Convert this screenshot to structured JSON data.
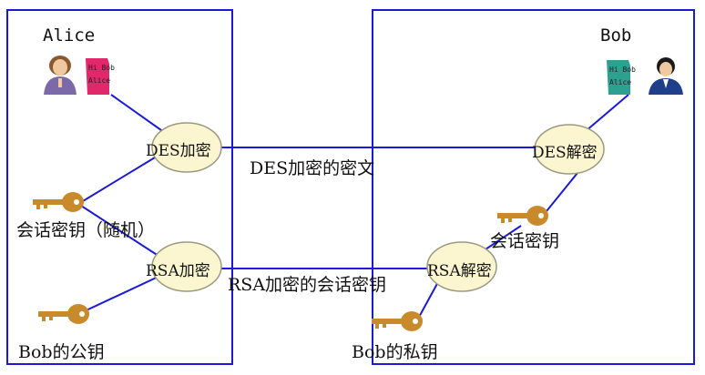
{
  "diagram": {
    "colors": {
      "border": "#1a1ad8",
      "connector": "#1a1ad8",
      "node_fill": "#fbf6cf",
      "node_stroke": "#9a9a80",
      "key": "#c98a2c",
      "document": "#e0286b",
      "document_bob": "#2ea090"
    },
    "alice": {
      "name": "Alice",
      "note_lines": [
        "Hi Bob",
        "Alice"
      ]
    },
    "bob": {
      "name": "Bob",
      "note_lines": [
        "Hi Bob",
        "Alice"
      ]
    },
    "nodes": {
      "des_encrypt": "DES加密",
      "rsa_encrypt": "RSA加密",
      "des_decrypt": "DES解密",
      "rsa_decrypt": "RSA解密"
    },
    "keys": {
      "session_key_random": "会话密钥（随机）",
      "bob_public_key": "Bob的公钥",
      "session_key": "会话密钥",
      "bob_private_key": "Bob的私钥"
    },
    "channels": {
      "des_ciphertext": "DES加密的密文",
      "rsa_session_key": "RSA加密的会话密钥"
    }
  }
}
